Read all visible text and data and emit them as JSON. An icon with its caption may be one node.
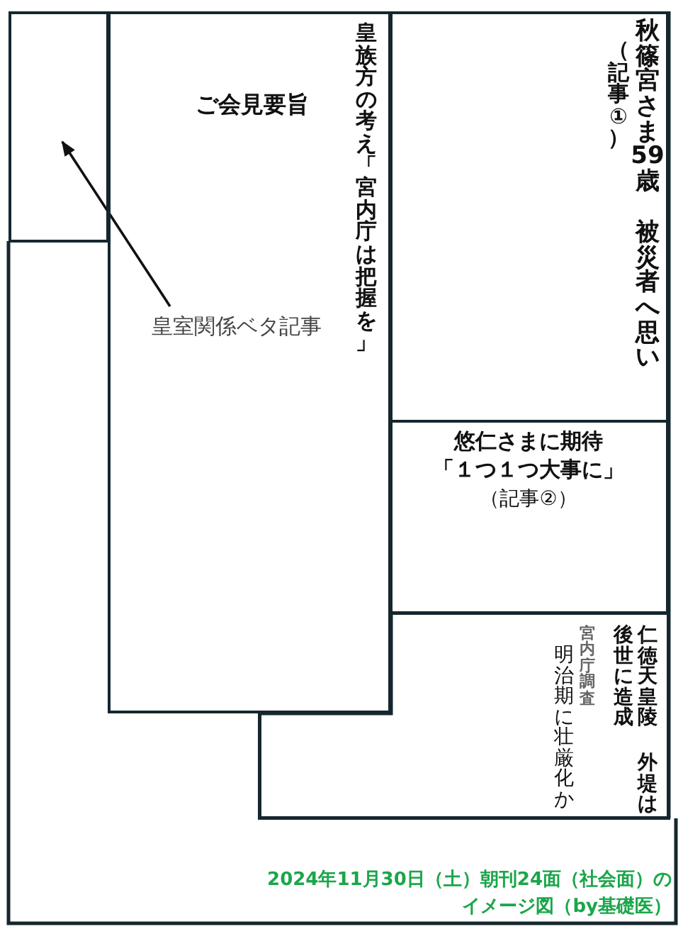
{
  "diagram": {
    "caption": "2024年11月30日（土）朝刊24面（社会面）のイメージ図（by基礎医）",
    "nodes": [
      {
        "text": [],
        "shape": "box"
      },
      {
        "text": [
          "ご会見要旨",
          "皇族方の考え「宮内庁は把握を」"
        ]
      },
      {
        "text": [
          "秋篠宮さま59歳",
          "被災者へ思い",
          "（記事①）"
        ]
      },
      {
        "text": [
          "悠仁さまに期待",
          "「１つ１つ大事に」",
          "（記事②）"
        ]
      },
      {
        "text": [
          "仁徳天皇陵",
          "外堤は",
          "後世に造成",
          "宮内庁調査",
          "明治期に壮厳化か"
        ]
      },
      {
        "text": [
          "皇室関係ベタ記事"
        ],
        "in": 1
      }
    ],
    "edges": [
      {
        "from": 5,
        "to": 0,
        "arrow": "to"
      }
    ]
  }
}
